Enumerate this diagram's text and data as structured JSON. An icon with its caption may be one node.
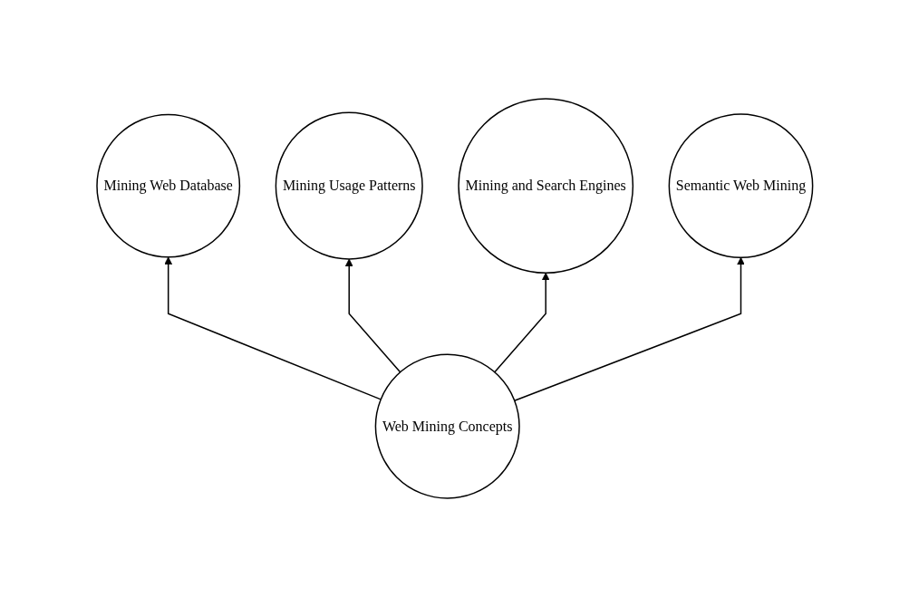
{
  "diagram": {
    "nodes": [
      {
        "text": [
          "Mining and Search Engines"
        ]
      },
      {
        "text": [
          "Mining Usage Patterns"
        ]
      },
      {
        "text": [
          "Semantic Web Mining"
        ]
      },
      {
        "text": [
          "Mining Web Database"
        ]
      },
      {
        "text": [
          "Web Mining Concepts"
        ]
      }
    ],
    "edges": [
      {
        "from": 4,
        "to": 3,
        "arrow": "to"
      },
      {
        "from": 4,
        "to": 1,
        "arrow": "to"
      },
      {
        "from": 4,
        "to": 0,
        "arrow": "to"
      },
      {
        "from": 4,
        "to": 2,
        "arrow": "to"
      }
    ]
  }
}
